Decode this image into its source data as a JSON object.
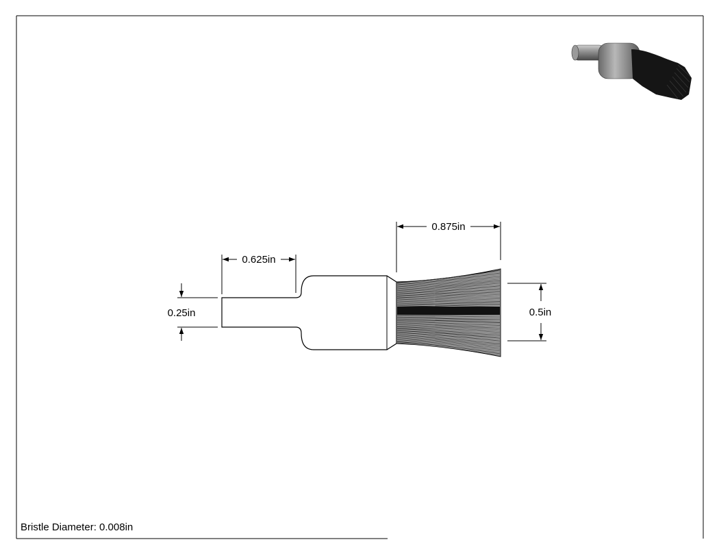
{
  "dimensions": {
    "shank_length": "0.625in",
    "shank_diameter": "0.25in",
    "bristle_length": "0.875in",
    "bristle_diameter_span": "0.5in"
  },
  "notes": {
    "bristle_diameter": "Bristle Diameter: 0.008in"
  },
  "colors": {
    "line": "#000000",
    "paper": "#ffffff",
    "render_metal": "#8a8a8a",
    "render_bristle": "#1a1a1a"
  }
}
